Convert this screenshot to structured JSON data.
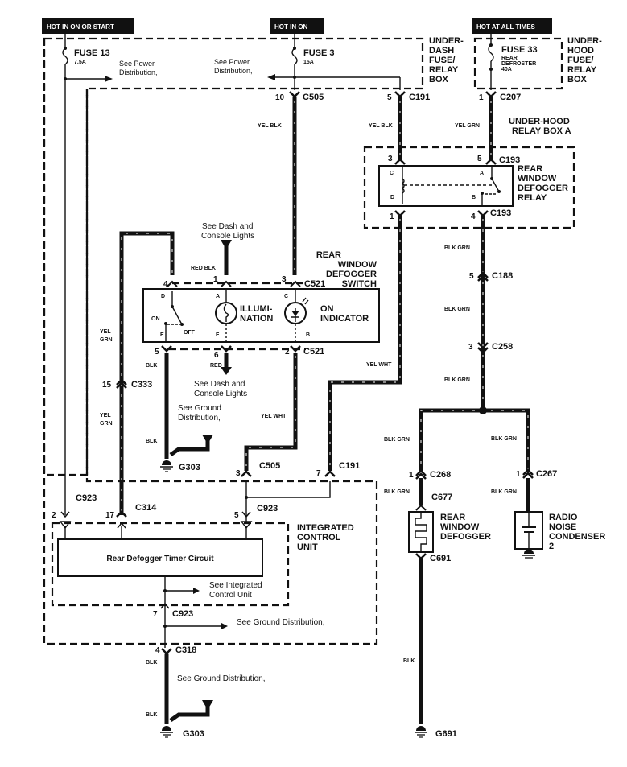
{
  "power_labels": {
    "hot_on_start": "HOT IN ON OR START",
    "hot_on": "HOT IN ON",
    "hot_all_times": "HOT AT ALL TIMES"
  },
  "fuses": {
    "fuse13": {
      "name": "FUSE 13",
      "rating": "7.5A"
    },
    "fuse3": {
      "name": "FUSE 3",
      "rating": "15A"
    },
    "fuse33": {
      "name": "FUSE 33",
      "desc1": "REAR",
      "desc2": "DEFROSTER",
      "rating": "40A"
    }
  },
  "boxes": {
    "underdash": [
      "UNDER-",
      "DASH",
      "FUSE/",
      "RELAY",
      "BOX"
    ],
    "underhood": [
      "UNDER-",
      "HOOD",
      "FUSE/",
      "RELAY",
      "BOX"
    ],
    "relaybox_a": [
      "UNDER-HOOD",
      "RELAY BOX A"
    ],
    "relay": [
      "REAR",
      "WINDOW",
      "DEFOGGER",
      "RELAY"
    ],
    "switch": [
      "REAR",
      "WINDOW",
      "DEFOGGER",
      "SWITCH"
    ],
    "icu": [
      "INTEGRATED",
      "CONTROL",
      "UNIT"
    ],
    "defogger": [
      "REAR",
      "WINDOW",
      "DEFOGGER"
    ],
    "condenser": [
      "RADIO",
      "NOISE",
      "CONDENSER",
      "2"
    ]
  },
  "refs": {
    "see_power_1": [
      "See Power",
      "Distribution,"
    ],
    "see_power_2": [
      "See Power",
      "Distribution,"
    ],
    "dash_lights_1": [
      "See Dash and",
      "Console Lights"
    ],
    "dash_lights_2": [
      "See Dash and",
      "Console Lights"
    ],
    "ground_dist_1": [
      "See Ground",
      "Distribution,"
    ],
    "icu_ref": [
      "See Integrated",
      "Control Unit"
    ],
    "ground_dist_2": "See Ground Distribution,",
    "ground_dist_3": "See Ground Distribution,"
  },
  "switch_parts": {
    "illumination": [
      "ILLUMI-",
      "NATION"
    ],
    "on_indicator": [
      "ON",
      "INDICATOR"
    ],
    "on": "ON",
    "off": "OFF",
    "pins": {
      "D": "D",
      "A": "A",
      "C": "C",
      "E": "E",
      "F": "F",
      "B": "B"
    }
  },
  "relay_pins": {
    "C": "C",
    "A": "A",
    "D": "D",
    "B": "B"
  },
  "timer_circuit": "Rear Defogger Timer Circuit",
  "connectors": {
    "c505_top": {
      "pin": "10",
      "id": "C505"
    },
    "c191_top": {
      "pin": "5",
      "id": "C191"
    },
    "c207": {
      "pin": "1",
      "id": "C207"
    },
    "c193_top_l": {
      "pin": "3"
    },
    "c193_top_r": {
      "pin": "5",
      "id": "C193"
    },
    "c193_bot_l": {
      "pin": "1"
    },
    "c193_bot_r": {
      "pin": "4",
      "id": "C193"
    },
    "c521_top_4": {
      "pin": "4"
    },
    "c521_top_1": {
      "pin": "1"
    },
    "c521_top_3": {
      "pin": "3",
      "id": "C521"
    },
    "c521_bot_5": {
      "pin": "5"
    },
    "c521_bot_6": {
      "pin": "6"
    },
    "c521_bot_2": {
      "pin": "2",
      "id": "C521"
    },
    "c333": {
      "pin": "15",
      "id": "C333"
    },
    "c188": {
      "pin": "5",
      "id": "C188"
    },
    "c258": {
      "pin": "3",
      "id": "C258"
    },
    "c505_bot": {
      "pin": "3",
      "id": "C505"
    },
    "c191_bot": {
      "pin": "7",
      "id": "C191"
    },
    "c923_2": {
      "pin": "2",
      "id": "C923"
    },
    "c314": {
      "pin": "17",
      "id": "C314"
    },
    "c923_5": {
      "pin": "5",
      "id": "C923"
    },
    "c923_7": {
      "pin": "7",
      "id": "C923"
    },
    "c318": {
      "pin": "4",
      "id": "C318"
    },
    "c268": {
      "pin": "1",
      "id": "C268"
    },
    "c267": {
      "pin": "1",
      "id": "C267"
    },
    "c677": {
      "id": "C677"
    },
    "c691": {
      "id": "C691"
    }
  },
  "grounds": {
    "g303_a": "G303",
    "g303_b": "G303",
    "g691": "G691"
  },
  "wire_colors": {
    "yel_blk_1": "YEL BLK",
    "yel_blk_2": "YEL BLK",
    "yel_grn_top": "YEL GRN",
    "red_blk": "RED BLK",
    "yel_grn_1": [
      "YEL",
      "GRN"
    ],
    "yel_grn_2": [
      "YEL",
      "GRN"
    ],
    "blk_1": "BLK",
    "red": "RED",
    "blk_2": "BLK",
    "yel_wht_1": "YEL WHT",
    "yel_wht_2": "YEL WHT",
    "blk_grn_1": "BLK GRN",
    "blk_grn_2": "BLK GRN",
    "blk_grn_3": "BLK GRN",
    "blk_grn_4": "BLK GRN",
    "blk_grn_5": "BLK GRN",
    "blk_grn_6": "BLK GRN",
    "blk_grn_7": "BLK GRN",
    "blk_3": "BLK",
    "blk_4": "BLK",
    "blk_5": "BLK"
  }
}
